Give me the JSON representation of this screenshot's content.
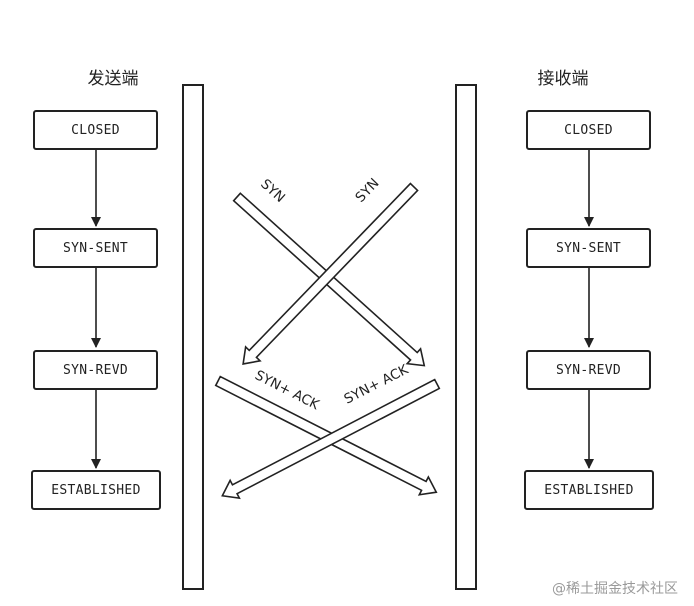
{
  "sender": {
    "title": "发送端",
    "states": [
      "CLOSED",
      "SYN-SENT",
      "SYN-REVD",
      "ESTABLISHED"
    ]
  },
  "receiver": {
    "title": "接收端",
    "states": [
      "CLOSED",
      "SYN-SENT",
      "SYN-REVD",
      "ESTABLISHED"
    ]
  },
  "messages": {
    "syn_left": "SYN",
    "syn_right": "SYN",
    "synack_left": "SYN+ ACK",
    "synack_right": "SYN+ ACK"
  },
  "watermark": "@稀土掘金技术社区"
}
